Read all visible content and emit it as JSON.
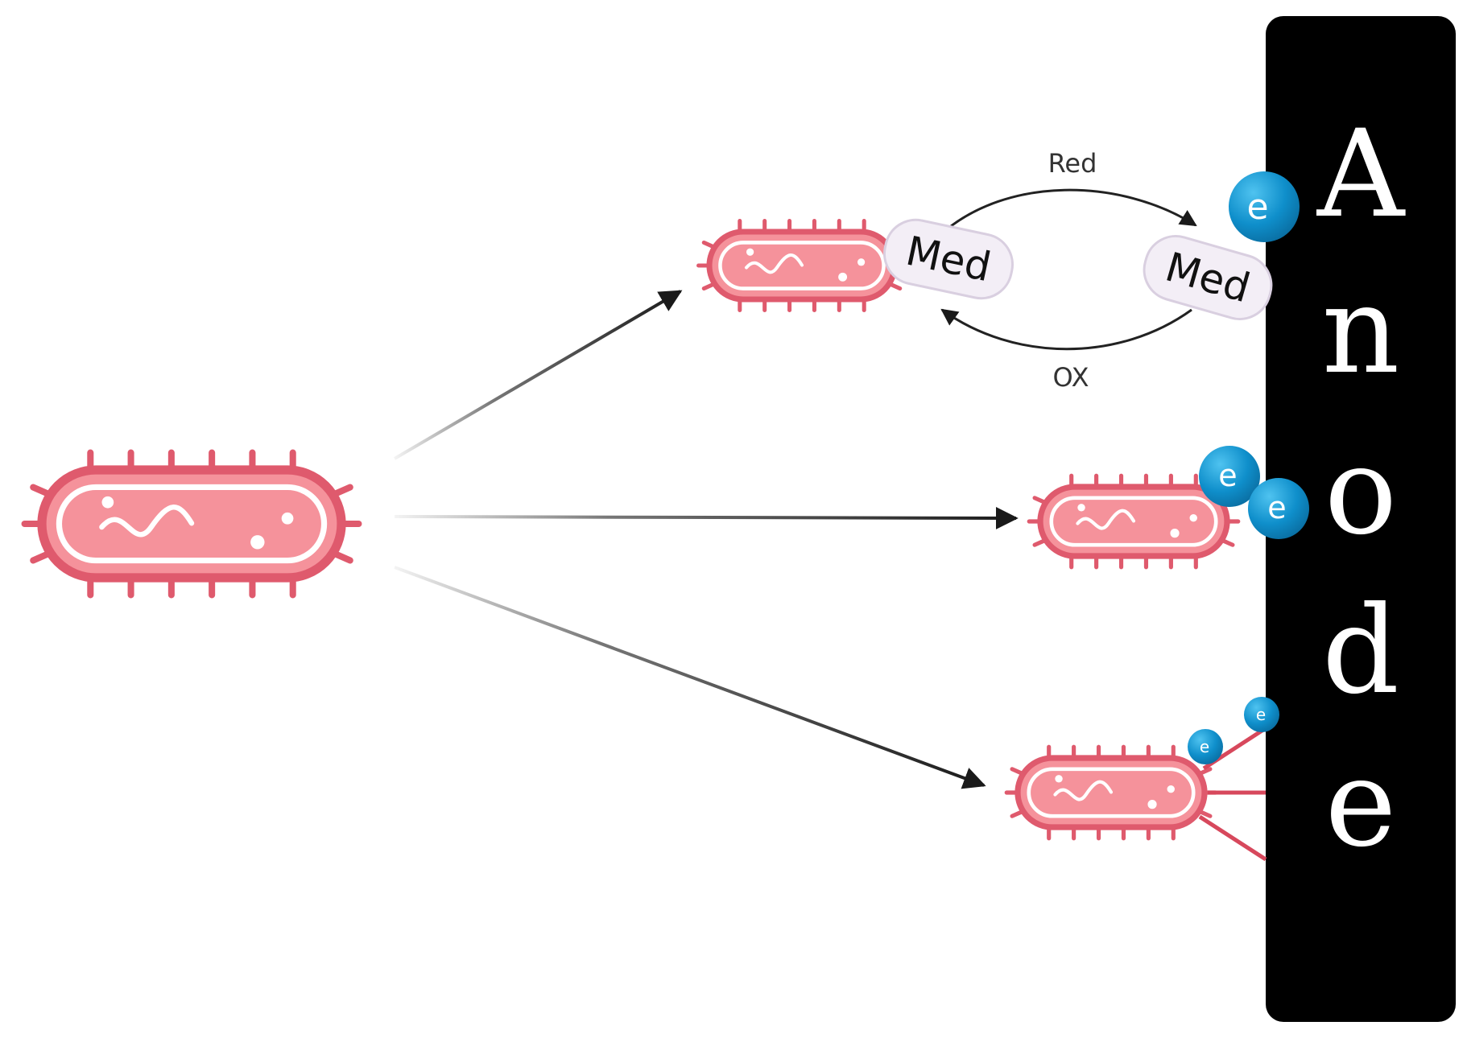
{
  "anode": {
    "letters": [
      "A",
      "n",
      "o",
      "d",
      "e"
    ]
  },
  "mediator": {
    "left_label": "Med",
    "right_label": "Med"
  },
  "cycle": {
    "reduced_label": "Red",
    "oxidized_label": "OX"
  },
  "electron": {
    "symbol": "e"
  },
  "colors": {
    "bacterium_fill": "#f5929b",
    "bacterium_outline": "#df5a6d",
    "anode": "#000000",
    "electron": "#0f8fcb",
    "nanowire": "#d7485c",
    "arrow": "#1a1a1a"
  }
}
